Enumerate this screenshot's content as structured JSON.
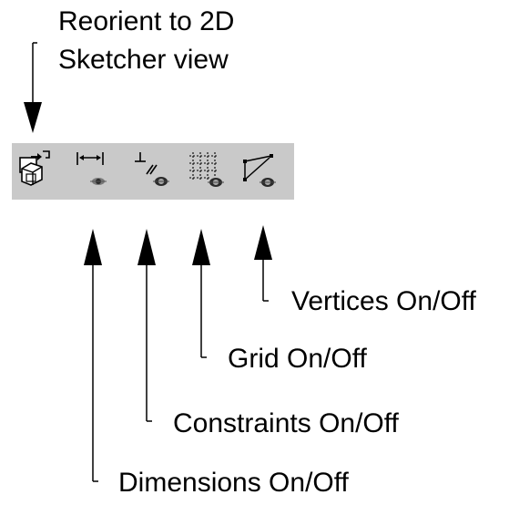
{
  "header": {
    "line1": "Reorient to 2D",
    "line2": "Sketcher view"
  },
  "toolbar": {
    "buttons": [
      {
        "name": "reorient-2d-view",
        "icon": "reorient-view-icon"
      },
      {
        "name": "dimensions-toggle",
        "icon": "dimension-eye-icon"
      },
      {
        "name": "constraints-toggle",
        "icon": "constraint-eye-icon"
      },
      {
        "name": "grid-toggle",
        "icon": "grid-eye-icon"
      },
      {
        "name": "vertices-toggle",
        "icon": "vertex-eye-icon"
      }
    ],
    "background": "#c9c9c9"
  },
  "callouts": {
    "vertices": "Vertices On/Off",
    "grid": "Grid On/Off",
    "constraints": "Constraints On/Off",
    "dimensions": "Dimensions On/Off"
  }
}
